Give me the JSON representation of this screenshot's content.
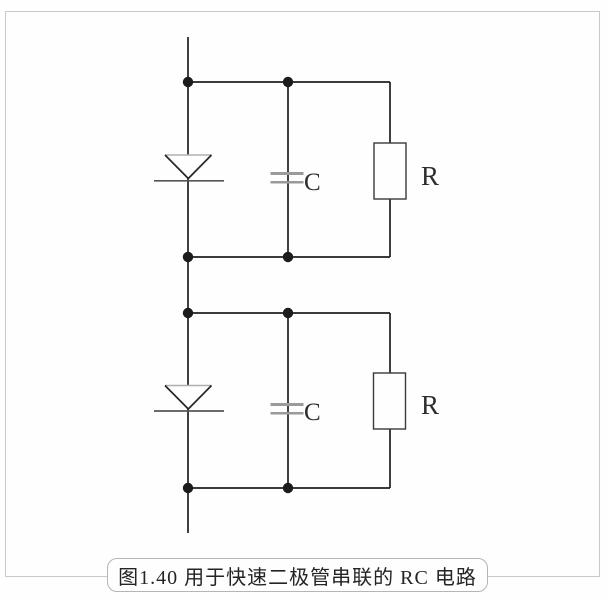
{
  "figure": {
    "caption": "图1.40 用于快速二极管串联的 RC 电路",
    "figure_number": "图1.40",
    "figure_title": "用于快速二极管串联的 RC 电路",
    "sections": [
      {
        "id": "upper-rc-cell",
        "diode": "diode",
        "capacitor_label": "C",
        "resistor_label": "R"
      },
      {
        "id": "lower-rc-cell",
        "diode": "diode",
        "capacitor_label": "C",
        "resistor_label": "R"
      }
    ],
    "colors": {
      "wire": "#1f1f1f",
      "node_dot": "#1c1c1c",
      "capacitor_plate": "#9a9a9a",
      "diode_cathode_bar": "#565656",
      "frame_border": "#c9c9c9",
      "caption_border": "#b5b5b5",
      "caption_text": "#242424",
      "background": "#fefefe"
    }
  }
}
